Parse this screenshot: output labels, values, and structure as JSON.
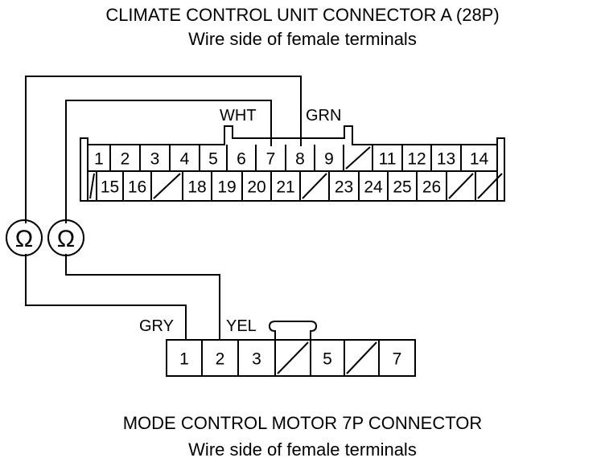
{
  "connector_a": {
    "title": "CLIMATE CONTROL UNIT CONNECTOR A (28P)",
    "subtitle": "Wire side of female terminals",
    "row1": [
      "1",
      "2",
      "3",
      "4",
      "5",
      "6",
      "7",
      "8",
      "9",
      "",
      "11",
      "12",
      "13",
      "14"
    ],
    "row2": [
      "",
      "15",
      "16",
      "",
      "18",
      "19",
      "20",
      "21",
      "",
      "23",
      "24",
      "25",
      "26",
      "",
      ""
    ]
  },
  "motor_connector": {
    "title": "MODE CONTROL MOTOR 7P CONNECTOR",
    "subtitle": "Wire side of female terminals",
    "pins": [
      "1",
      "2",
      "3",
      "",
      "5",
      "",
      "7"
    ]
  },
  "wires": {
    "wht": "WHT",
    "grn": "GRN",
    "gry": "GRY",
    "yel": "YEL"
  },
  "meters": {
    "symbol": "Ω"
  }
}
